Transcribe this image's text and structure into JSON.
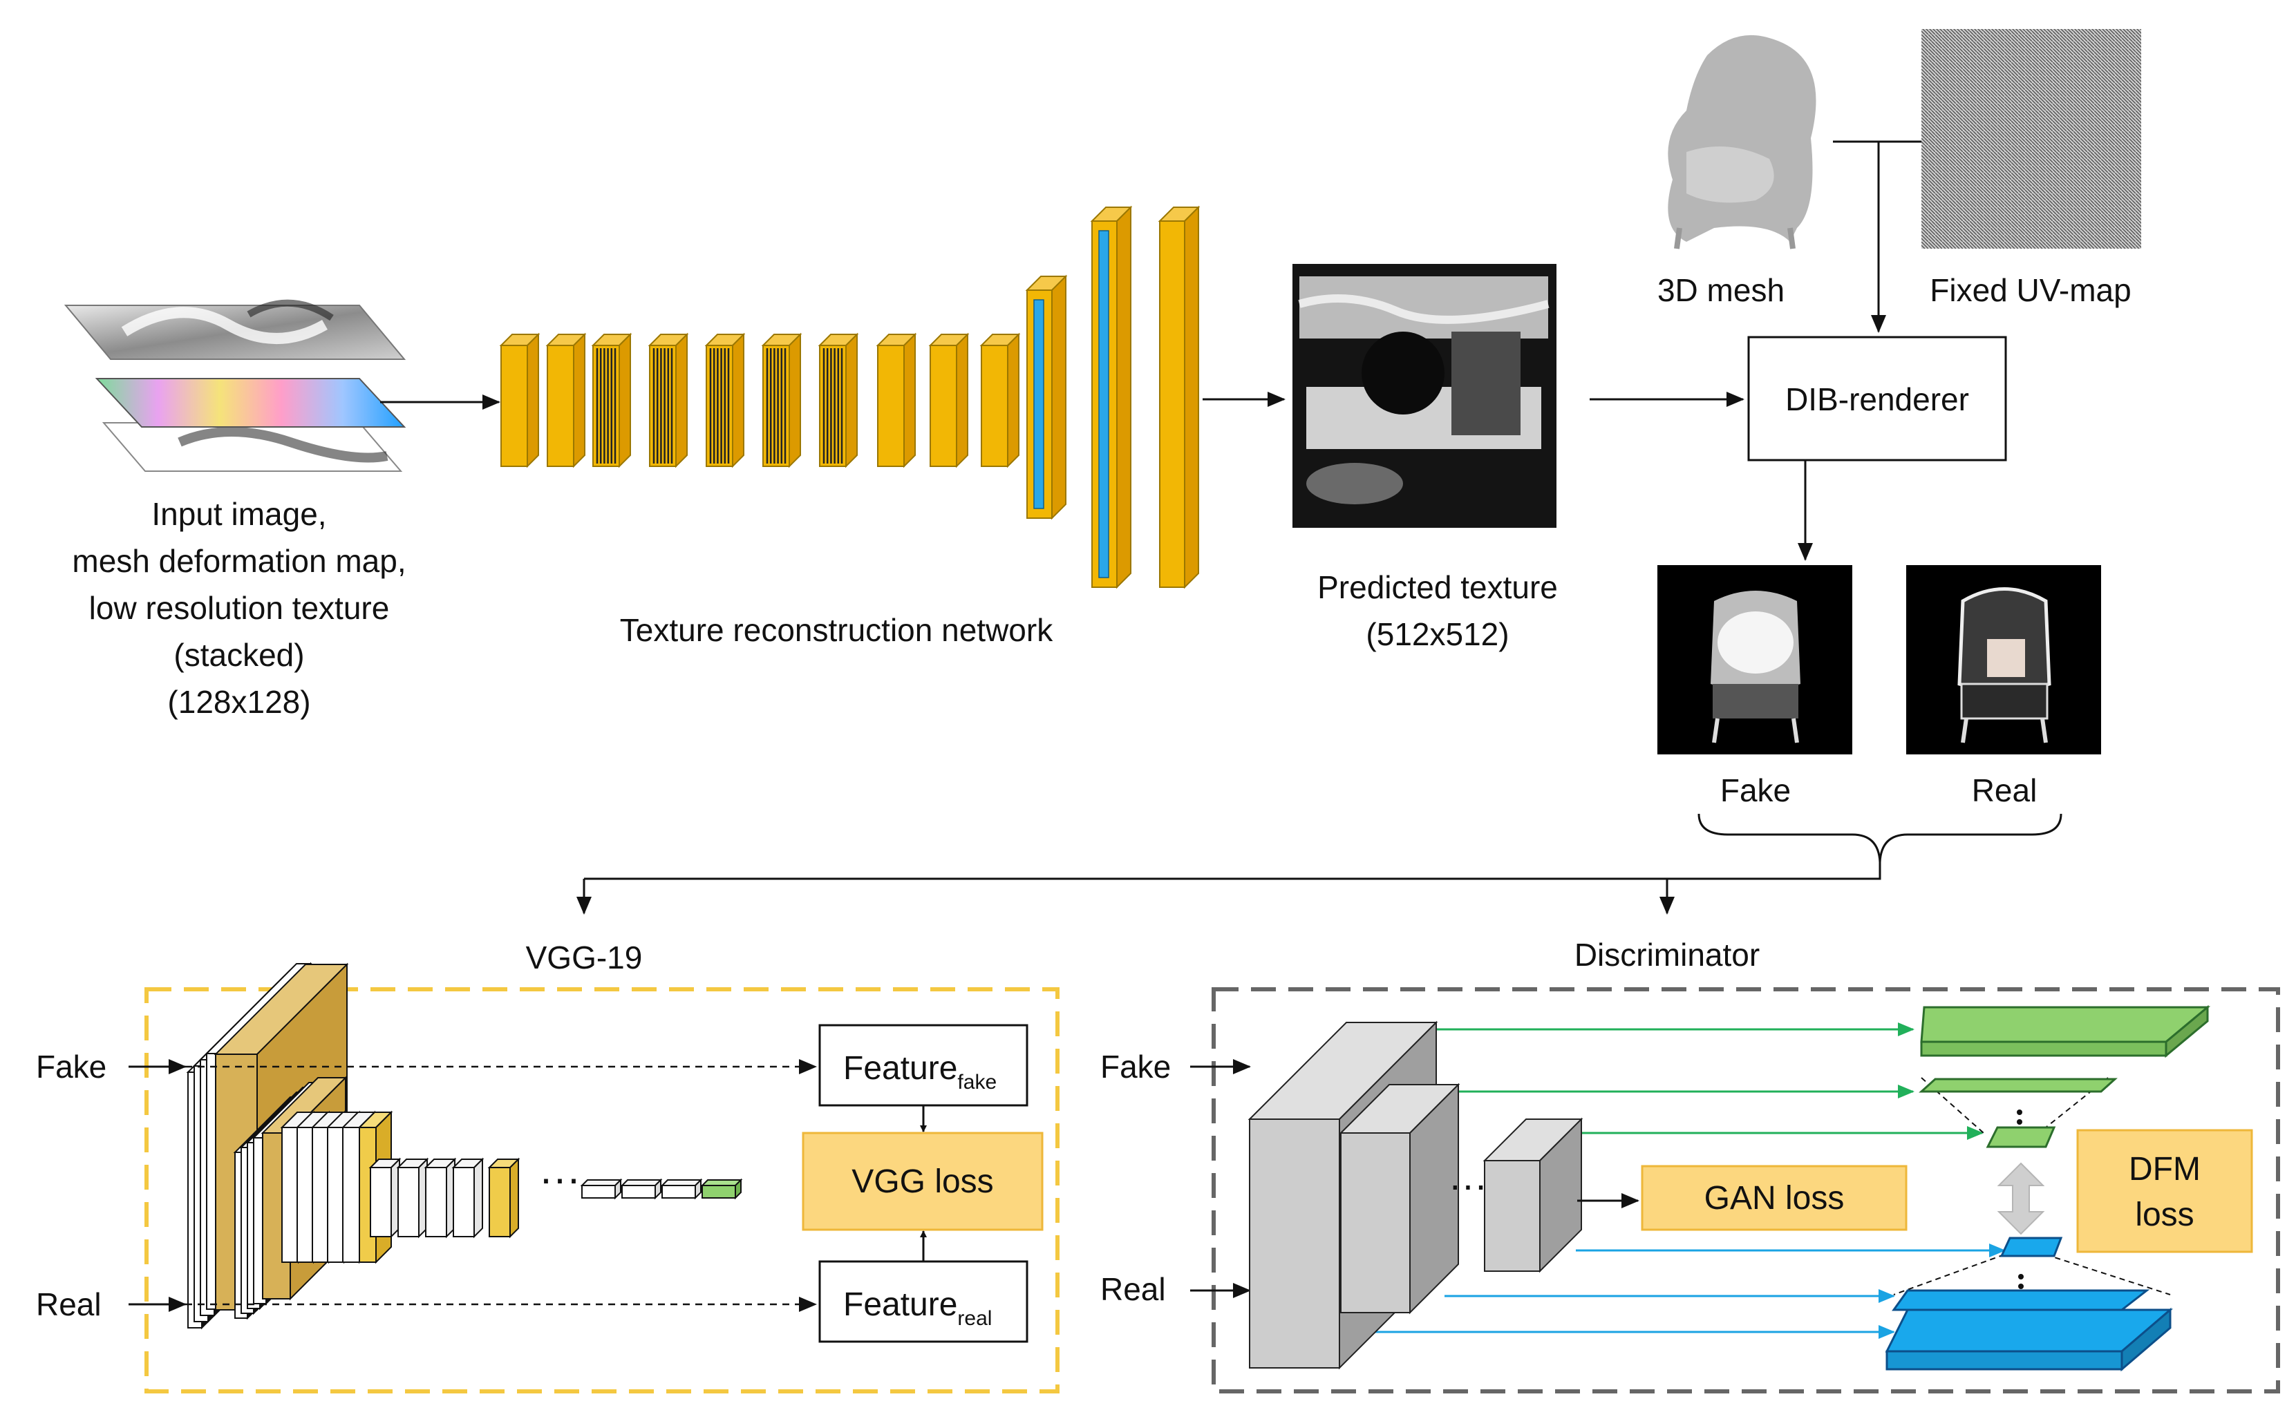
{
  "colors": {
    "conv_orange": "#F2B705",
    "conv_dark": "#DC9A00",
    "deconv_blue": "#2AA7E8",
    "loss_fill": "#FCD77F",
    "loss_border": "#EEB73A",
    "vgg_frame": "#F4C841",
    "disc_frame": "#666666",
    "green_feature": "#8FD16E",
    "green_arrow": "#21B05A",
    "blue_feature": "#19A8EC",
    "blue_arrow": "#1AA3E3",
    "vgg_gold": "#D7B157",
    "gray_block": "#CDCDCD"
  },
  "top": {
    "input_label": [
      "Input image,",
      "mesh deformation map,",
      "low resolution texture",
      "(stacked)",
      "(128x128)"
    ],
    "network_label": "Texture reconstruction network",
    "predicted_label": [
      "Predicted texture",
      "(512x512)"
    ],
    "mesh_label": "3D mesh",
    "uvmap_label": "Fixed UV-map",
    "renderer_label": "DIB-renderer",
    "fake_label": "Fake",
    "real_label": "Real"
  },
  "vgg": {
    "title": "VGG-19",
    "fake_in": "Fake",
    "real_in": "Real",
    "feature_fake_main": "Feature",
    "feature_fake_sub": "fake",
    "feature_real_main": "Feature",
    "feature_real_sub": "real",
    "loss_label": "VGG loss",
    "dots": "···"
  },
  "discriminator": {
    "title": "Discriminator",
    "fake_in": "Fake",
    "real_in": "Real",
    "gan_loss": "GAN loss",
    "dfm_loss": [
      "DFM",
      "loss"
    ],
    "dots": "···"
  }
}
